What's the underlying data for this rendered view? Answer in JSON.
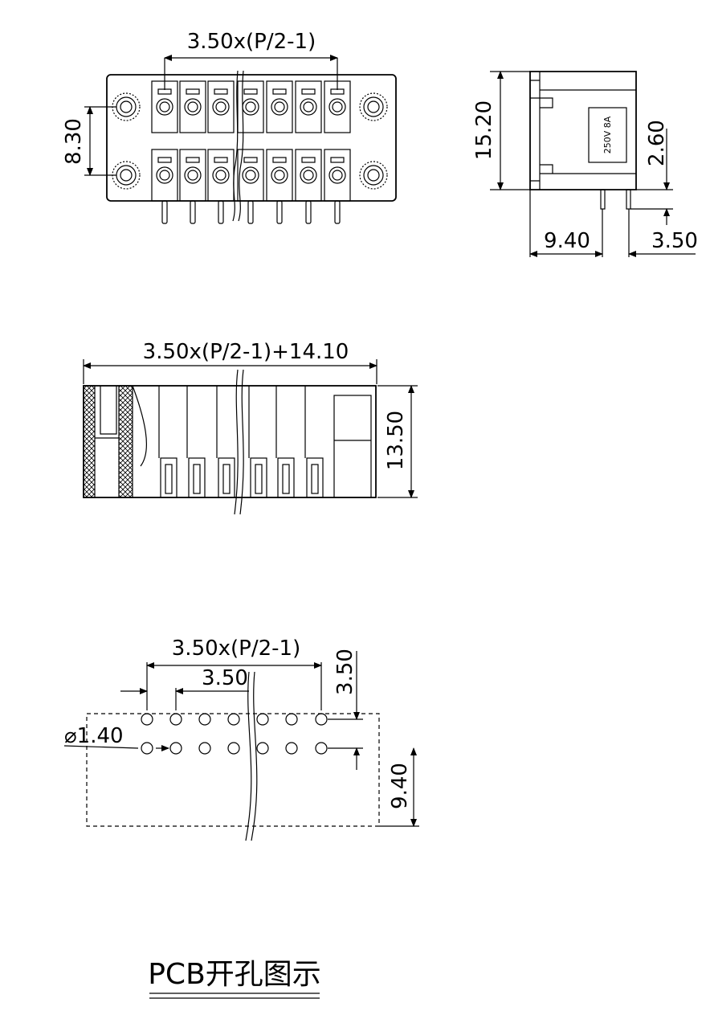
{
  "front_view": {
    "pitch_span_label": "3.50x(P/2-1)",
    "row_spacing_label": "8.30"
  },
  "side_view": {
    "height_label": "15.20",
    "rating_label": "250V 8A",
    "pin_offset_label": "2.60",
    "depth_label": "9.40",
    "pin_length_label": "3.50"
  },
  "top_view": {
    "length_label": "3.50x(P/2-1)+14.10",
    "height_label": "13.50"
  },
  "pcb_layout": {
    "pitch_span_label": "3.50x(P/2-1)",
    "pitch_label": "3.50",
    "hole_diameter_label": "⌀1.40",
    "row_spacing_label": "3.50",
    "edge_offset_label": "9.40",
    "caption": "PCB开孔图示"
  }
}
